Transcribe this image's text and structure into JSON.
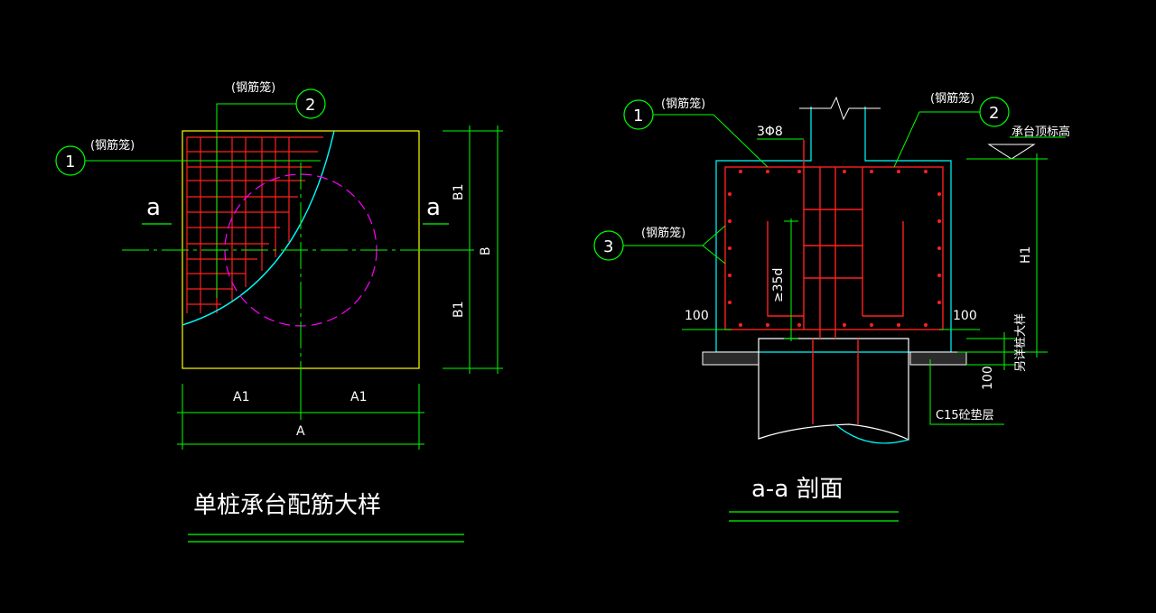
{
  "left_view": {
    "title": "单桩承台配筋大样",
    "cage_label_1": "(钢筋笼)",
    "cage_label_2": "(钢筋笼)",
    "marker_1": "1",
    "marker_2": "2",
    "section_mark_left": "a",
    "section_mark_right": "a",
    "dim_a1_left": "A1",
    "dim_a1_right": "A1",
    "dim_a": "A",
    "dim_b1_top": "B1",
    "dim_b1_bottom": "B1",
    "dim_b": "B"
  },
  "right_view": {
    "title": "a-a 剖面",
    "cage_label_1": "(钢筋笼)",
    "cage_label_2": "(钢筋笼)",
    "cage_label_3": "(钢筋笼)",
    "marker_1": "1",
    "marker_2": "2",
    "marker_3": "3",
    "rebar_note": "3Φ8",
    "cap_top_elev": "承台顶标高",
    "anchor_len": "≥35d",
    "cover_left": "100",
    "cover_right": "100",
    "cover_bottom": "100",
    "dim_h1": "H1",
    "pile_detail_note": "另详桩大样",
    "bedding_note": "C15砼垫层"
  },
  "colors": {
    "background": "#000000",
    "outline_yellow": "#ffff00",
    "rebar_red": "#ff2020",
    "dim_green": "#00ff00",
    "outline_cyan": "#00ffff",
    "pile_magenta": "#ff00ff",
    "text_white": "#ffffff"
  }
}
